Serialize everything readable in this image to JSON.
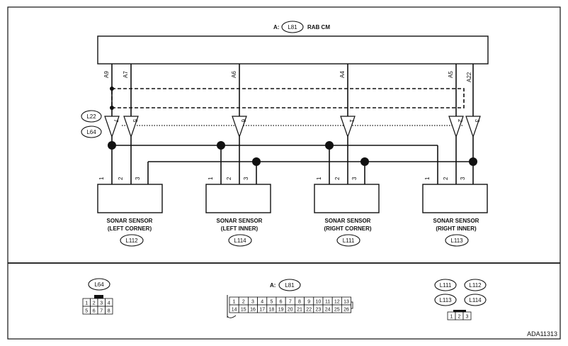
{
  "module": {
    "prefix": "A:",
    "code": "L81",
    "name": "RAB CM"
  },
  "module_pins": [
    "A9",
    "A7",
    "A6",
    "A4",
    "A5",
    "A22"
  ],
  "connector_labels": [
    "L22",
    "L64"
  ],
  "inline_terminals": [
    "7",
    "5",
    "6",
    "1",
    "2",
    "3"
  ],
  "sensors": [
    {
      "title": "SONAR SENSOR",
      "sub": "(LEFT CORNER)",
      "code": "L112",
      "pins": [
        "1",
        "2",
        "3"
      ]
    },
    {
      "title": "SONAR SENSOR",
      "sub": "(LEFT INNER)",
      "code": "L114",
      "pins": [
        "1",
        "2",
        "3"
      ]
    },
    {
      "title": "SONAR SENSOR",
      "sub": "(RIGHT CORNER)",
      "code": "L111",
      "pins": [
        "1",
        "2",
        "3"
      ]
    },
    {
      "title": "SONAR SENSOR",
      "sub": "(RIGHT INNER)",
      "code": "L113",
      "pins": [
        "1",
        "2",
        "3"
      ]
    }
  ],
  "connectors": {
    "l64": {
      "code": "L64",
      "rows": [
        [
          "1",
          "2",
          "3",
          "4"
        ],
        [
          "5",
          "6",
          "7",
          "8"
        ]
      ]
    },
    "a": {
      "prefix": "A:",
      "code": "L81",
      "rows": [
        [
          "1",
          "2",
          "3",
          "4",
          "5",
          "6",
          "7",
          "8",
          "9",
          "10",
          "11",
          "12",
          "13"
        ],
        [
          "14",
          "15",
          "16",
          "17",
          "18",
          "19",
          "20",
          "21",
          "22",
          "23",
          "24",
          "25",
          "26"
        ]
      ]
    },
    "sensor_codes": [
      "L111",
      "L112",
      "L113",
      "L114"
    ],
    "sensor_pins": [
      "1",
      "2",
      "3"
    ]
  },
  "footer_code": "ADA11313"
}
